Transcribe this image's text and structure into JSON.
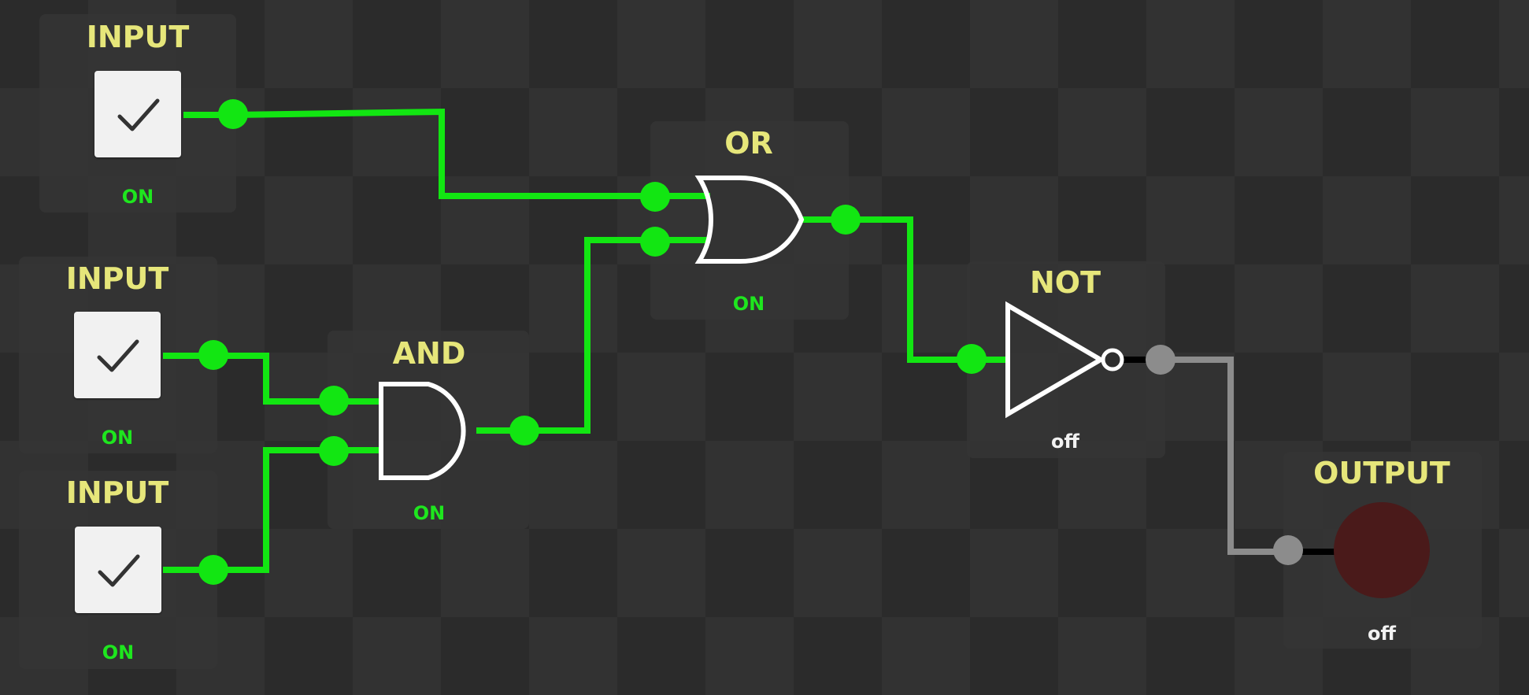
{
  "colors": {
    "active_wire": "#12e612",
    "inactive_wire": "#8c8c8c",
    "title": "#e6e67a",
    "state_on": "#1ee61e",
    "state_off": "#f2f2f2",
    "lamp_off": "#4a1a1a"
  },
  "nodes": {
    "input1": {
      "title": "INPUT",
      "state": "ON",
      "checked": true,
      "icon": "checkmark-icon"
    },
    "input2": {
      "title": "INPUT",
      "state": "ON",
      "checked": true,
      "icon": "checkmark-icon"
    },
    "input3": {
      "title": "INPUT",
      "state": "ON",
      "checked": true,
      "icon": "checkmark-icon"
    },
    "and_gate": {
      "title": "AND",
      "state": "ON"
    },
    "or_gate": {
      "title": "OR",
      "state": "ON"
    },
    "not_gate": {
      "title": "NOT",
      "state": "off"
    },
    "output": {
      "title": "OUTPUT",
      "state": "off"
    }
  }
}
